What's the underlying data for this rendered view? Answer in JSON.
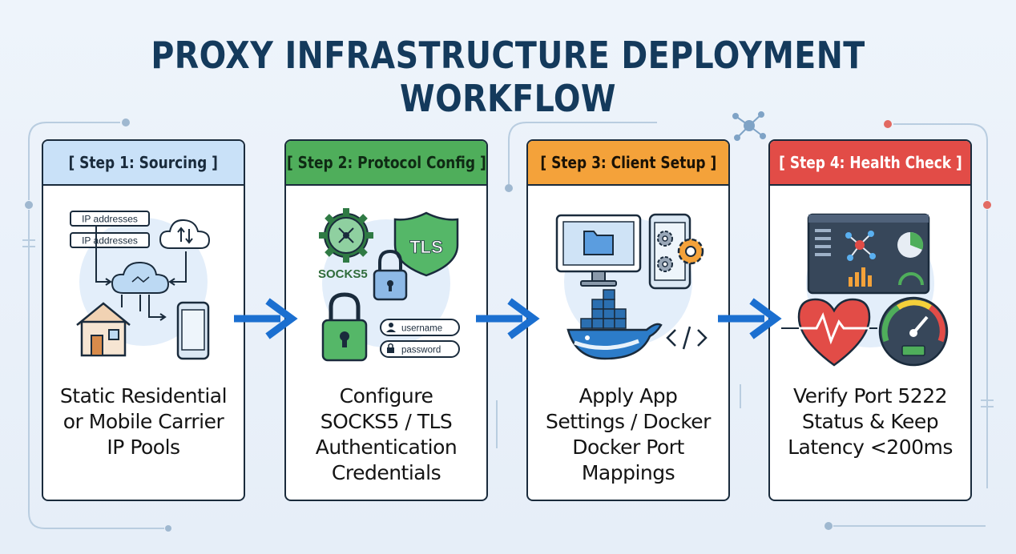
{
  "title": "PROXY INFRASTRUCTURE DEPLOYMENT WORKFLOW",
  "colors": {
    "title": "#143a5c",
    "step1": "#c9e1f8",
    "step2": "#4fae5b",
    "step3": "#f4a23a",
    "step4": "#e24c47",
    "arrow": "#1b6fd0"
  },
  "steps": [
    {
      "header": "[ Step 1: Sourcing ]",
      "header_color": "#c9e1f8",
      "header_text_color": "#1a2b3c",
      "ip_label_1": "IP addresses",
      "ip_label_2": "IP addresses",
      "icons": [
        "server-label-icon",
        "cloud-sync-icon",
        "cloud-network-icon",
        "house-icon",
        "smartphone-icon"
      ],
      "lines": [
        "Static Residential",
        "or Mobile Carrier",
        "IP Pools"
      ]
    },
    {
      "header": "[ Step 2: Protocol Config ]",
      "header_color": "#4fae5b",
      "header_text_color": "#0f2a14",
      "socks_label": "SOCKS5",
      "tls_label": "TLS",
      "username_label": "username",
      "password_label": "password",
      "icons": [
        "gear-network-icon",
        "shield-icon",
        "lock-icon",
        "user-icon",
        "key-icon"
      ],
      "lines": [
        "Configure",
        "SOCKS5 / TLS",
        "Authentication",
        "Credentials"
      ]
    },
    {
      "header": "[ Step 3: Client Setup ]",
      "header_color": "#f4a23a",
      "header_text_color": "#1a1206",
      "icons": [
        "monitor-icon",
        "folder-icon",
        "phone-settings-icon",
        "gear-icon",
        "docker-whale-icon",
        "code-icon"
      ],
      "lines": [
        "Apply App",
        "Settings / Docker",
        "Docker Port",
        "Mappings"
      ]
    },
    {
      "header": "[ Step 4: Health Check ]",
      "header_color": "#e24c47",
      "header_text_color": "#ffffff",
      "icons": [
        "dashboard-icon",
        "heart-pulse-icon",
        "speedometer-icon"
      ],
      "lines": [
        "Verify Port 5222",
        "Status & Keep",
        "Latency <200ms"
      ]
    }
  ]
}
